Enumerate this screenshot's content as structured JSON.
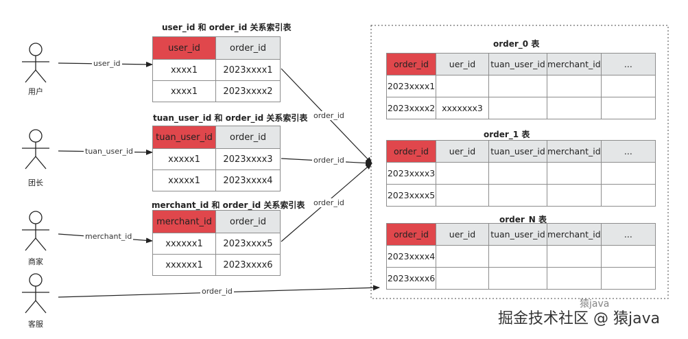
{
  "actors": [
    {
      "label": "用户",
      "edge_label": "user_id"
    },
    {
      "label": "团长",
      "edge_label": "tuan_user_id"
    },
    {
      "label": "商家",
      "edge_label": "merchant_id"
    },
    {
      "label": "客服",
      "edge_label": "order_id"
    }
  ],
  "index_tables": [
    {
      "title": "user_id 和 order_id 关系索引表",
      "headers": [
        "user_id",
        "order_id"
      ],
      "rows": [
        [
          "xxxx1",
          "2023xxxx1"
        ],
        [
          "xxxx1",
          "2023xxxx2"
        ]
      ]
    },
    {
      "title": "tuan_user_id 和 order_id 关系索引表",
      "headers": [
        "tuan_user_id",
        "order_id"
      ],
      "rows": [
        [
          "xxxxx1",
          "2023xxxx3"
        ],
        [
          "xxxxx1",
          "2023xxxx4"
        ]
      ]
    },
    {
      "title": "merchant_id 和 order_id 关系索引表",
      "headers": [
        "merchant_id",
        "order_id"
      ],
      "rows": [
        [
          "xxxxxx1",
          "2023xxxx5"
        ],
        [
          "xxxxxx1",
          "2023xxxx6"
        ]
      ]
    }
  ],
  "order_edge_labels": [
    "order_id",
    "order_id",
    "order_id"
  ],
  "order_tables": [
    {
      "title": "order_0 表",
      "headers": [
        "order_id",
        "uer_id",
        "tuan_user_id",
        "merchant_id",
        "..."
      ],
      "rows": [
        [
          "2023xxxx1",
          "",
          "",
          "",
          ""
        ],
        [
          "2023xxxx2",
          "xxxxxxx3",
          "",
          "",
          ""
        ]
      ]
    },
    {
      "title": "order_1 表",
      "headers": [
        "order_id",
        "uer_id",
        "tuan_user_id",
        "merchant_id",
        "..."
      ],
      "rows": [
        [
          "2023xxxx3",
          "",
          "",
          "",
          ""
        ],
        [
          "2023xxxx5",
          "",
          "",
          "",
          ""
        ]
      ]
    },
    {
      "title": "order_N 表",
      "headers": [
        "order_id",
        "uer_id",
        "tuan_user_id",
        "merchant_id",
        "..."
      ],
      "rows": [
        [
          "2023xxxx4",
          "",
          "",
          "",
          ""
        ],
        [
          "2023xxxx6",
          "",
          "",
          "",
          ""
        ]
      ]
    }
  ],
  "watermark": "掘金技术社区 @ 猿java",
  "watermark_secondary": "猿java",
  "colors": {
    "key_header": "#e0474c",
    "header": "#e4e6e7",
    "border": "#8c8c8c",
    "line": "#222222"
  }
}
